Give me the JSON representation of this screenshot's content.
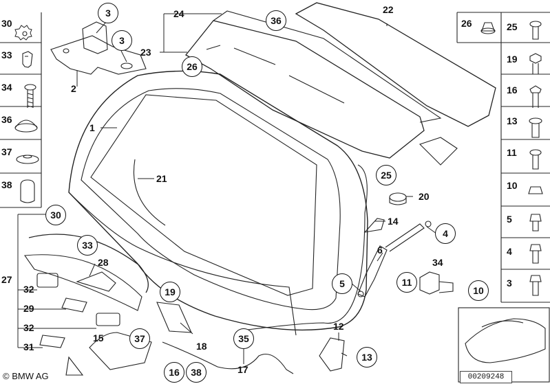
{
  "parts": [
    {
      "id": "p1",
      "number": "1",
      "style": "plain"
    },
    {
      "id": "p2",
      "number": "2",
      "style": "plain"
    },
    {
      "id": "p3a",
      "number": "3",
      "style": "circle"
    },
    {
      "id": "p3b",
      "number": "3",
      "style": "circle"
    },
    {
      "id": "p4",
      "number": "4",
      "style": "circle"
    },
    {
      "id": "p5",
      "number": "5",
      "style": "circle"
    },
    {
      "id": "p6",
      "number": "6",
      "style": "plain"
    },
    {
      "id": "p10",
      "number": "10",
      "style": "circle"
    },
    {
      "id": "p11",
      "number": "11",
      "style": "circle"
    },
    {
      "id": "p12",
      "number": "12",
      "style": "plain"
    },
    {
      "id": "p13",
      "number": "13",
      "style": "circle"
    },
    {
      "id": "p14",
      "number": "14",
      "style": "plain"
    },
    {
      "id": "p15",
      "number": "15",
      "style": "plain"
    },
    {
      "id": "p16",
      "number": "16",
      "style": "circle"
    },
    {
      "id": "p17",
      "number": "17",
      "style": "plain"
    },
    {
      "id": "p18",
      "number": "18",
      "style": "plain"
    },
    {
      "id": "p19",
      "number": "19",
      "style": "circle"
    },
    {
      "id": "p20",
      "number": "20",
      "style": "plain"
    },
    {
      "id": "p21",
      "number": "21",
      "style": "plain"
    },
    {
      "id": "p22",
      "number": "22",
      "style": "plain"
    },
    {
      "id": "p23",
      "number": "23",
      "style": "plain"
    },
    {
      "id": "p24",
      "number": "24",
      "style": "plain"
    },
    {
      "id": "p25",
      "number": "25",
      "style": "circle"
    },
    {
      "id": "p26",
      "number": "26",
      "style": "circle"
    },
    {
      "id": "p27",
      "number": "27",
      "style": "plain"
    },
    {
      "id": "p28",
      "number": "28",
      "style": "plain"
    },
    {
      "id": "p29",
      "number": "29",
      "style": "plain"
    },
    {
      "id": "p30",
      "number": "30",
      "style": "circle"
    },
    {
      "id": "p31",
      "number": "31",
      "style": "plain"
    },
    {
      "id": "p32a",
      "number": "32",
      "style": "plain"
    },
    {
      "id": "p32b",
      "number": "32",
      "style": "plain"
    },
    {
      "id": "p33",
      "number": "33",
      "style": "circle"
    },
    {
      "id": "p34",
      "number": "34",
      "style": "circle"
    },
    {
      "id": "p35",
      "number": "35",
      "style": "plain"
    },
    {
      "id": "p36",
      "number": "36",
      "style": "circle"
    },
    {
      "id": "p37",
      "number": "37",
      "style": "circle"
    },
    {
      "id": "p38",
      "number": "38",
      "style": "circle"
    }
  ],
  "left_column": [
    "30",
    "33",
    "34",
    "36",
    "37",
    "38"
  ],
  "right_column": [
    "25",
    "19",
    "16",
    "13",
    "11",
    "10",
    "5",
    "4",
    "3"
  ],
  "right_top_cell": "26",
  "copyright": "© BMW AG",
  "image_number": "00209248"
}
